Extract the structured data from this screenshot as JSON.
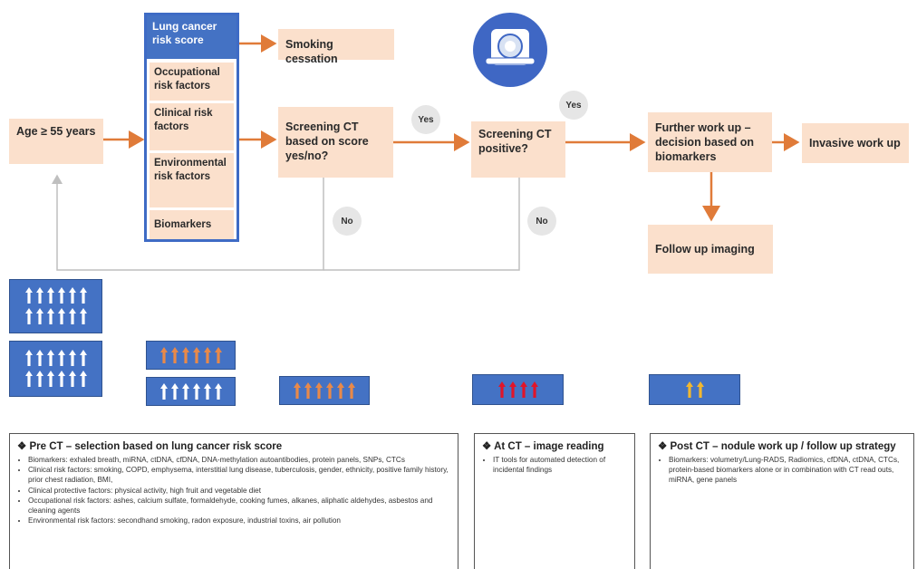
{
  "flow": {
    "age": "Age ≥ 55 years",
    "risk_score_header": "Lung cancer risk score",
    "risk_factors": [
      "Occupational risk factors",
      "Clinical risk factors",
      "Environmental risk factors",
      "Biomarkers"
    ],
    "smoking": "Smoking cessation",
    "screening_ct": "Screening CT based on score yes/no?",
    "ct_positive": "Screening CT positive?",
    "further": "Further work up – decision based on biomarkers",
    "invasive": "Invasive work up",
    "followup": "Follow up imaging",
    "yes1": "Yes",
    "yes2": "Yes",
    "no1": "No",
    "no2": "No"
  },
  "people_bands": {
    "row1_colors": [
      "#ffffff"
    ],
    "orange_person": "#e8894a",
    "red_person": "#e0152a",
    "yellow_person": "#f2b730",
    "white_person": "#ffffff"
  },
  "panels": {
    "pre_ct": {
      "title": "Pre CT – selection based on lung cancer risk score",
      "items": [
        "Biomarkers: exhaled breath, miRNA, ctDNA, cfDNA, DNA-methylation autoantibodies, protein panels, SNPs, CTCs",
        "Clinical risk factors: smoking, COPD, emphysema, interstitial lung disease, tuberculosis, gender, ethnicity, positive family history, prior chest radiation, BMI,",
        "Clinical protective factors: physical activity, high fruit and vegetable diet",
        "Occupational risk factors: ashes, calcium sulfate, formaldehyde, cooking fumes, alkanes, aliphatic aldehydes, asbestos and cleaning agents",
        "Environmental risk factors: secondhand smoking, radon exposure, industrial toxins, air pollution"
      ]
    },
    "at_ct": {
      "title": "At CT – image reading",
      "items": [
        "IT tools for automated detection of incidental findings"
      ]
    },
    "post_ct": {
      "title": "Post CT – nodule work up / follow up strategy",
      "items": [
        "Biomarkers: volumetry/Lung-RADS, Radiomics, cfDNA, ctDNA, CTCs, protein-based biomarkers alone or in combination with CT read outs, miRNA, gene panels"
      ]
    }
  }
}
